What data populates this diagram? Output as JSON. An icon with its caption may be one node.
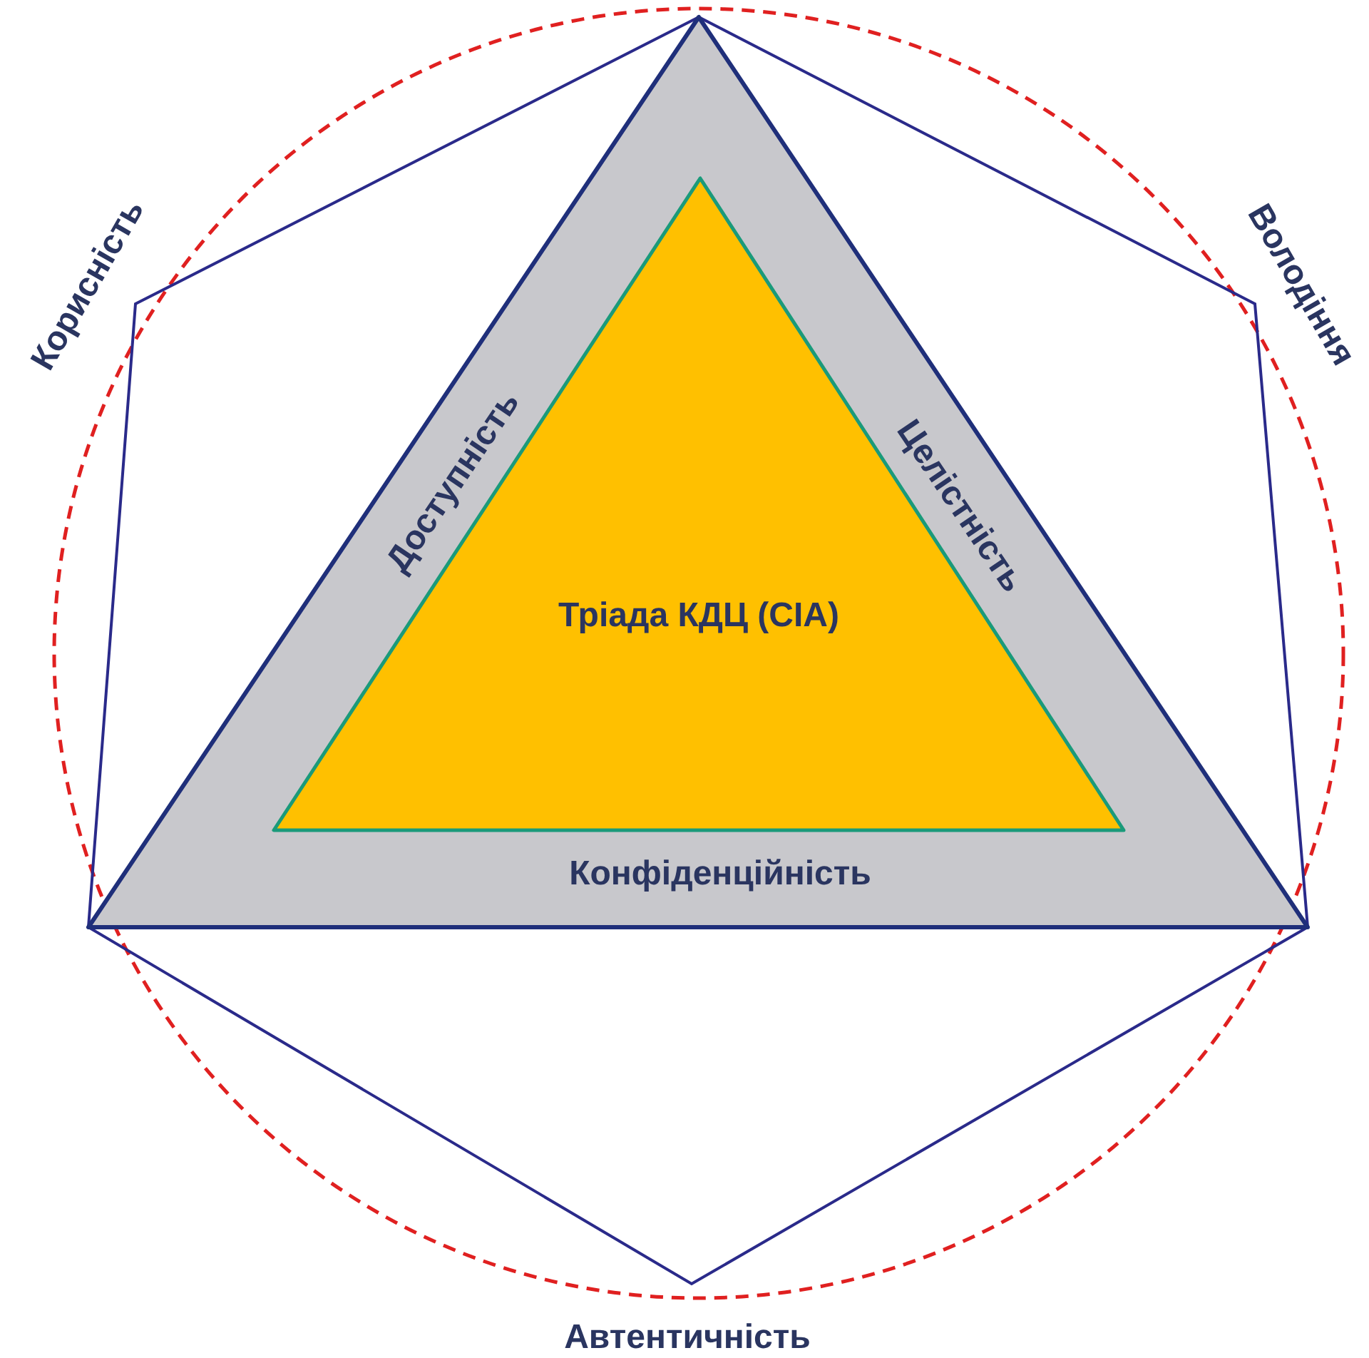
{
  "diagram": {
    "nodes": [
      {
        "text": [
          "Доступність",
          "Целістність",
          "Конфіденційність"
        ]
      },
      {
        "text": [
          "Тріада КДЦ (CIA)"
        ],
        "in": 0
      }
    ],
    "labels": [
      "Корисність",
      "Володіння",
      "Автентичність"
    ]
  }
}
